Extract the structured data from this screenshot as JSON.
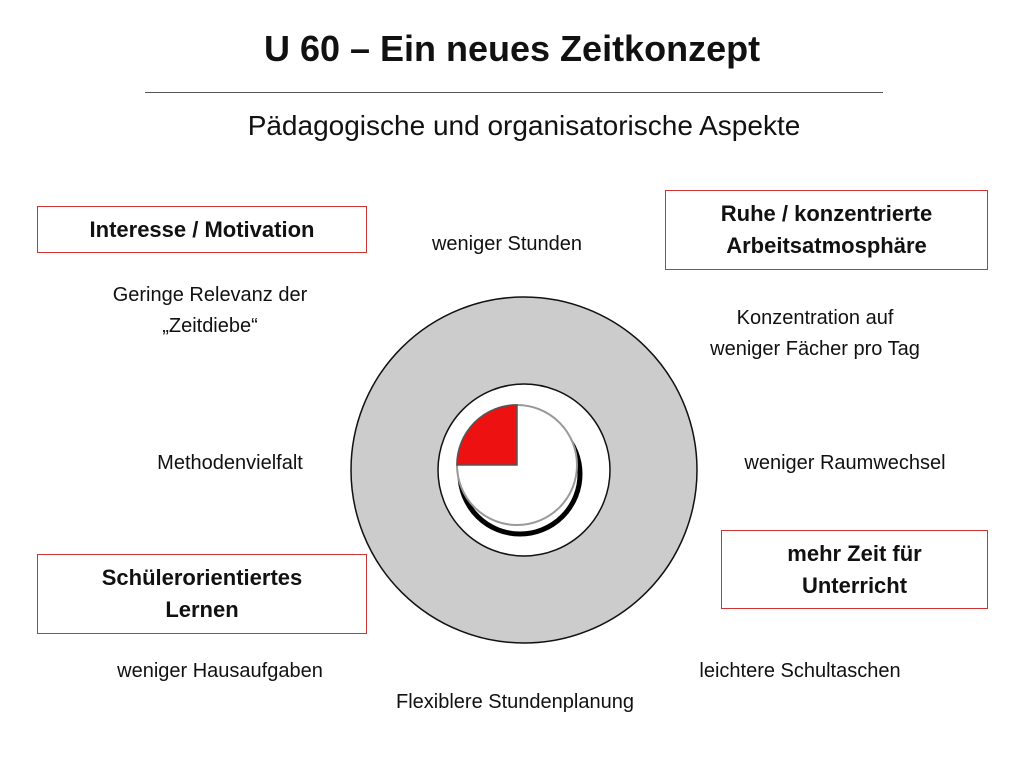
{
  "title": "U 60 – Ein neues Zeitkonzept",
  "subtitle": "Pädagogische und organisatorische Aspekte",
  "boxes": {
    "interest": "Interesse / Motivation",
    "calm": "Ruhe / konzentrierte Arbeitsatmosphäre",
    "student": "Schülerorientiertes Lernen",
    "time": "mehr Zeit für Unterricht"
  },
  "labels": {
    "fewer_hours": "weniger Stunden",
    "relevance_l1": "Geringe Relevanz der",
    "relevance_l2": "„Zeitdiebe“",
    "focus_l1": "Konzentration auf",
    "focus_l2": "weniger Fächer pro Tag",
    "methods": "Methodenvielfalt",
    "rooms": "weniger Raumwechsel",
    "homework": "weniger Hausaufgaben",
    "bags": "leichtere Schultaschen",
    "planning": "Flexiblere Stundenplanung"
  },
  "clock": {
    "highlight_fraction": 0.25,
    "ring_color": "#cccccc",
    "highlight_color": "#ee1111",
    "accent_color": "#cc3333"
  }
}
